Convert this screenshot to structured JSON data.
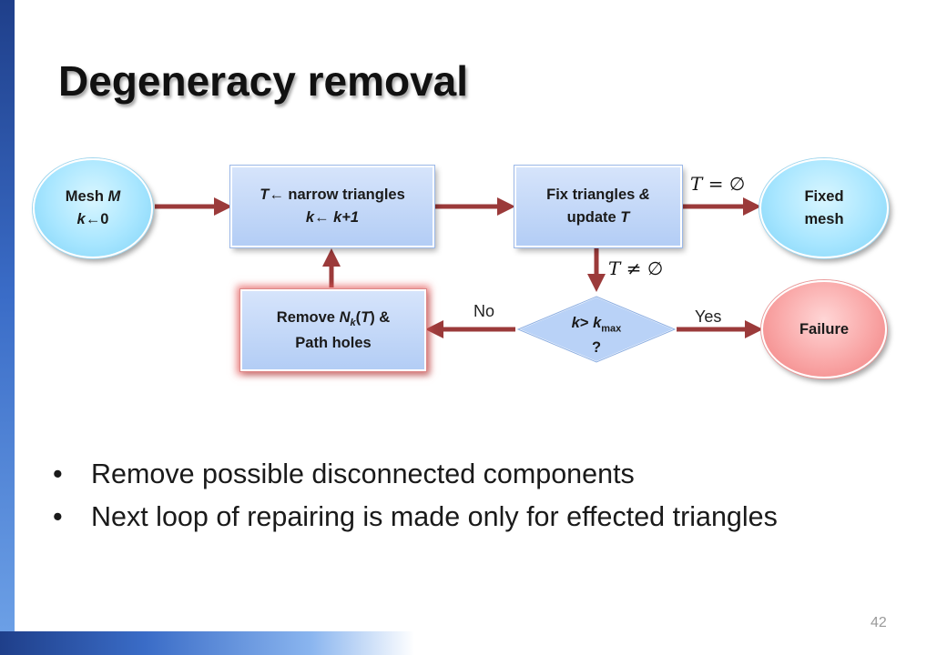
{
  "slide": {
    "title": "Degeneracy removal",
    "page_number": "42"
  },
  "diagram": {
    "nodes": {
      "mesh": {
        "line1_a": "Mesh ",
        "line1_b": "M",
        "line2_a": "k",
        "line2_b": "←0"
      },
      "narrow": {
        "line1_a": "T",
        "line1_b": "← narrow triangles",
        "line2_a": "k← k+1"
      },
      "fix": {
        "line1_a": "Fix triangles ",
        "line1_b": "&",
        "line2_a": "update ",
        "line2_b": "T"
      },
      "fixed_mesh": {
        "line1": "Fixed",
        "line2": "mesh"
      },
      "remove": {
        "line1_a": "Remove ",
        "line1_b": "N",
        "line1_sub": "k",
        "line1_c": "(",
        "line1_d": "T",
        "line1_e": ") &",
        "line2": "Path holes"
      },
      "decision": {
        "line1_a": "k",
        "line1_b": "> ",
        "line1_c": "k",
        "line1_sub": "max",
        "line2": "?"
      },
      "failure": {
        "label": "Failure"
      }
    },
    "edge_labels": {
      "no": "No",
      "yes": "Yes",
      "t_empty": {
        "var": "T",
        "op": "=",
        "set": "∅"
      },
      "t_not_empty": {
        "var": "T",
        "op": "≠",
        "set": "∅"
      }
    },
    "colors": {
      "arrow": "#9b3a3a",
      "node_blue": "#a8e6ff",
      "node_red": "#f9a6a6",
      "box_blue": "#b3cdf5"
    }
  },
  "bullets": [
    "Remove possible disconnected components",
    "Next loop of repairing is made only for effected triangles"
  ],
  "bullet_symbol": "•"
}
